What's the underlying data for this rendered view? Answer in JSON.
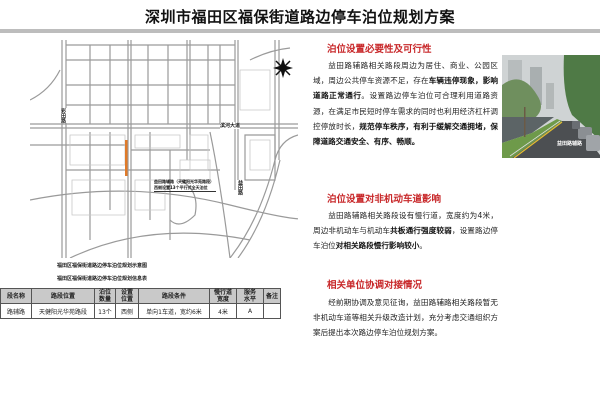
{
  "title": "深圳市福田区福保街道路边停车泊位规划方案",
  "map": {
    "callout_line1": "益田路辅路（天健阳光华苑路段）",
    "callout_line2": "西侧设置13个平行式全天泊位",
    "road_labels": [
      "滨河大道",
      "益田路",
      "彩田路"
    ],
    "compass_icon": "north-arrow-icon",
    "highlight_color": "#e07b2a"
  },
  "captions": {
    "map_caption": "福田区福保街道路边停车泊位规划示意图",
    "table_caption": "福田区福保街道路边停车泊位规划信息表"
  },
  "table": {
    "headers": [
      "段名称",
      "路段位置",
      "泊位\n数量",
      "设置\n位置",
      "路段条件",
      "慢行道\n宽度",
      "服务\n水平",
      "备注"
    ],
    "rows": [
      [
        "路辅路",
        "天健阳光华苑路段",
        "13个",
        "西侧",
        "单向1车道，宽约6米",
        "4米",
        "A",
        ""
      ]
    ]
  },
  "sections": [
    {
      "heading": "泊位设置必要性及可行性",
      "body_parts": [
        {
          "text": "益田路辅路相关路段周边为居住、商业、公园区域，周边公共停车资源不足，存在",
          "bold": false
        },
        {
          "text": "车辆违停现象，影响道路正常通行",
          "bold": true
        },
        {
          "text": "。设置路边停车泊位可合理利用道路资源，在满足市民短时停车需求的同时也利用经济杠杆调控停放时长，",
          "bold": false
        },
        {
          "text": "规范停车秩序，有利于缓解交通拥堵，保障道路交通安全、有序、畅顺。",
          "bold": true
        }
      ]
    },
    {
      "heading": "泊位设置对非机动车道影响",
      "body_parts": [
        {
          "text": "益田路辅路相关路段设有慢行道，宽度约为4米，周边非机动车与机动车",
          "bold": false
        },
        {
          "text": "共板通行强度较弱",
          "bold": true
        },
        {
          "text": "，设置路边停车泊位",
          "bold": false
        },
        {
          "text": "对相关路段慢行影响较小",
          "bold": true
        },
        {
          "text": "。",
          "bold": false
        }
      ]
    },
    {
      "heading": "相关单位协调对接情况",
      "body_parts": [
        {
          "text": "经前期协调及意见征询，益田路辅路相关路段暂无非机动车道等相关升级改造计划，充分考虑交通组织方案后提出本次路边停车泊位规划方案。",
          "bold": false
        }
      ]
    }
  ],
  "photo": {
    "caption": "益田路辅路"
  },
  "colors": {
    "heading_red": "#c8282a",
    "rule_gray": "#bdbdbd",
    "table_header_bg": "#c9c9c9"
  }
}
